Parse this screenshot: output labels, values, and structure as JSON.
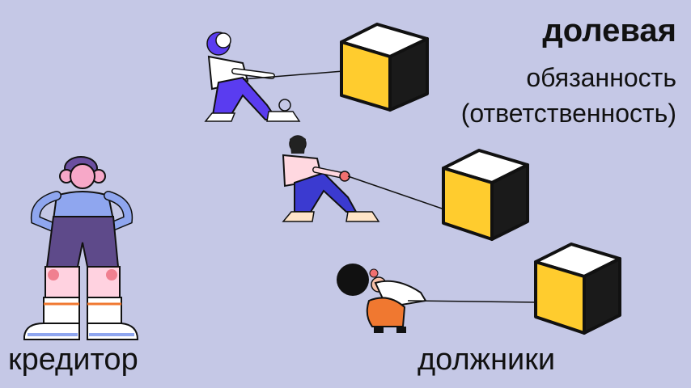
{
  "title": {
    "bold": "долевая",
    "line2": "обязанность",
    "line3": "(ответственность)"
  },
  "labels": {
    "creditor": "кредитор",
    "debtors": "должники"
  },
  "colors": {
    "background": "#c5c8e6",
    "cube_front": "#ffcc2e",
    "cube_side": "#1a1a1a",
    "cube_top": "#ffffff",
    "accent_blue": "#5a3cf0"
  }
}
